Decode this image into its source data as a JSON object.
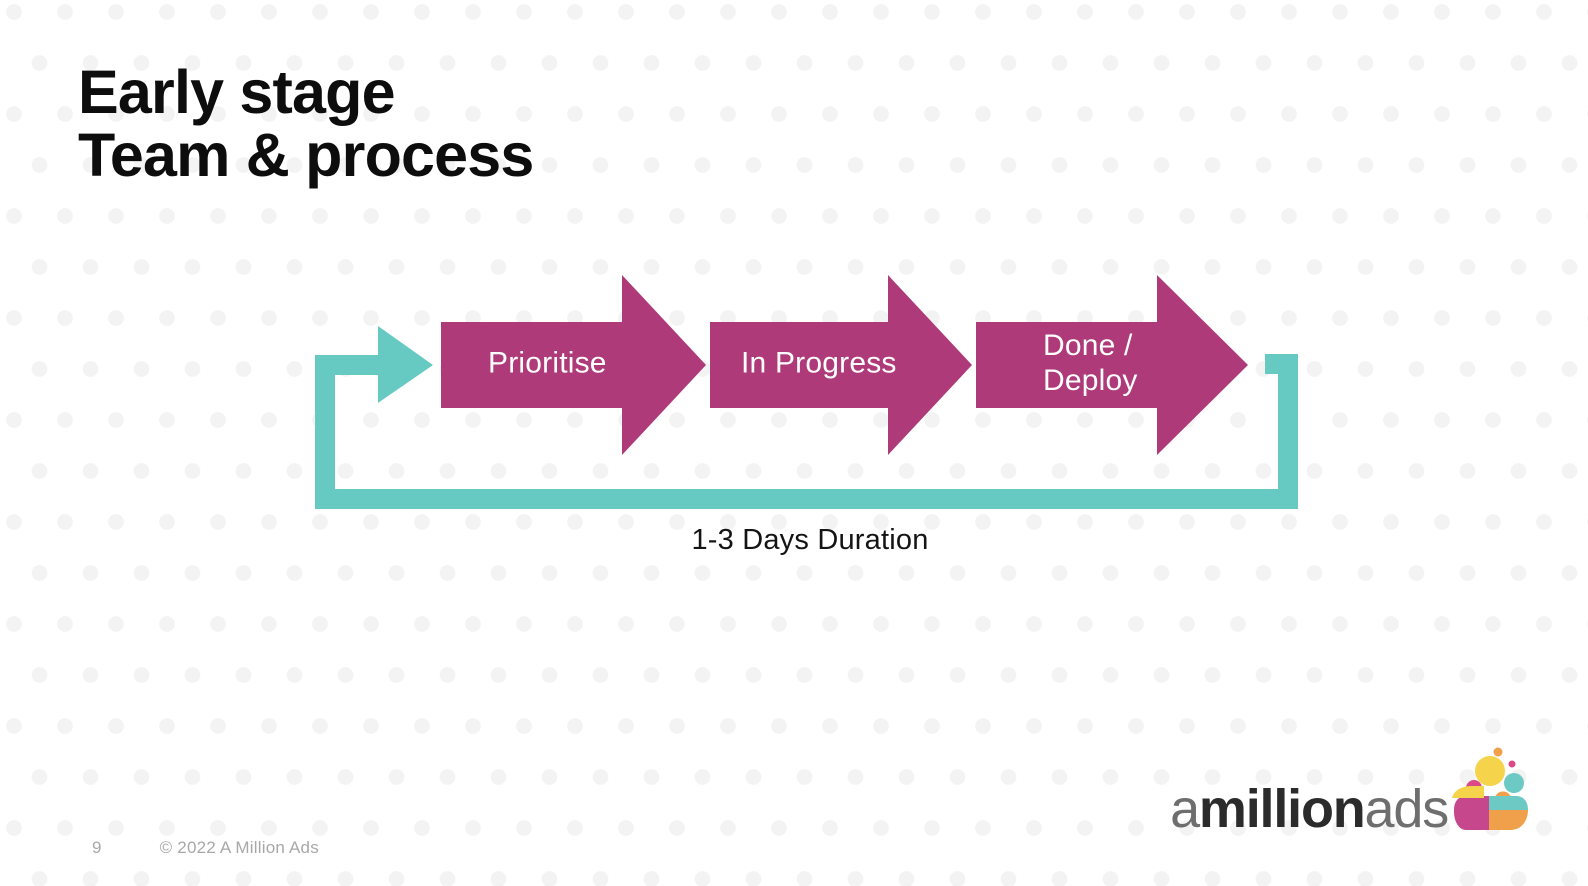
{
  "slide": {
    "title_line1": "Early stage",
    "title_line2": "Team & process",
    "page_number": "9",
    "copyright": "© 2022 A Million Ads"
  },
  "flow": {
    "steps": [
      {
        "label": "Prioritise"
      },
      {
        "label": "In Progress"
      },
      {
        "label": "Done /\nDeploy"
      }
    ],
    "loop_caption": "1-3 Days Duration"
  },
  "logo": {
    "word_part1": "a",
    "word_part2": "million",
    "word_part3": "ads",
    "mark_name": "amillionads-burst-mark"
  },
  "colors": {
    "magenta": "#AE3A79",
    "teal": "#66C9C2",
    "title": "#0D0D0D",
    "dot_pattern": "#F3F3F3",
    "footer_text": "#A8A8A8",
    "logo_yellow": "#F5D44B",
    "logo_teal": "#6CC9C4",
    "logo_magenta": "#D94A87",
    "logo_orange": "#F0A04B",
    "logo_word_light": "#6E6E6E",
    "logo_word_bold": "#2B2B2B"
  }
}
